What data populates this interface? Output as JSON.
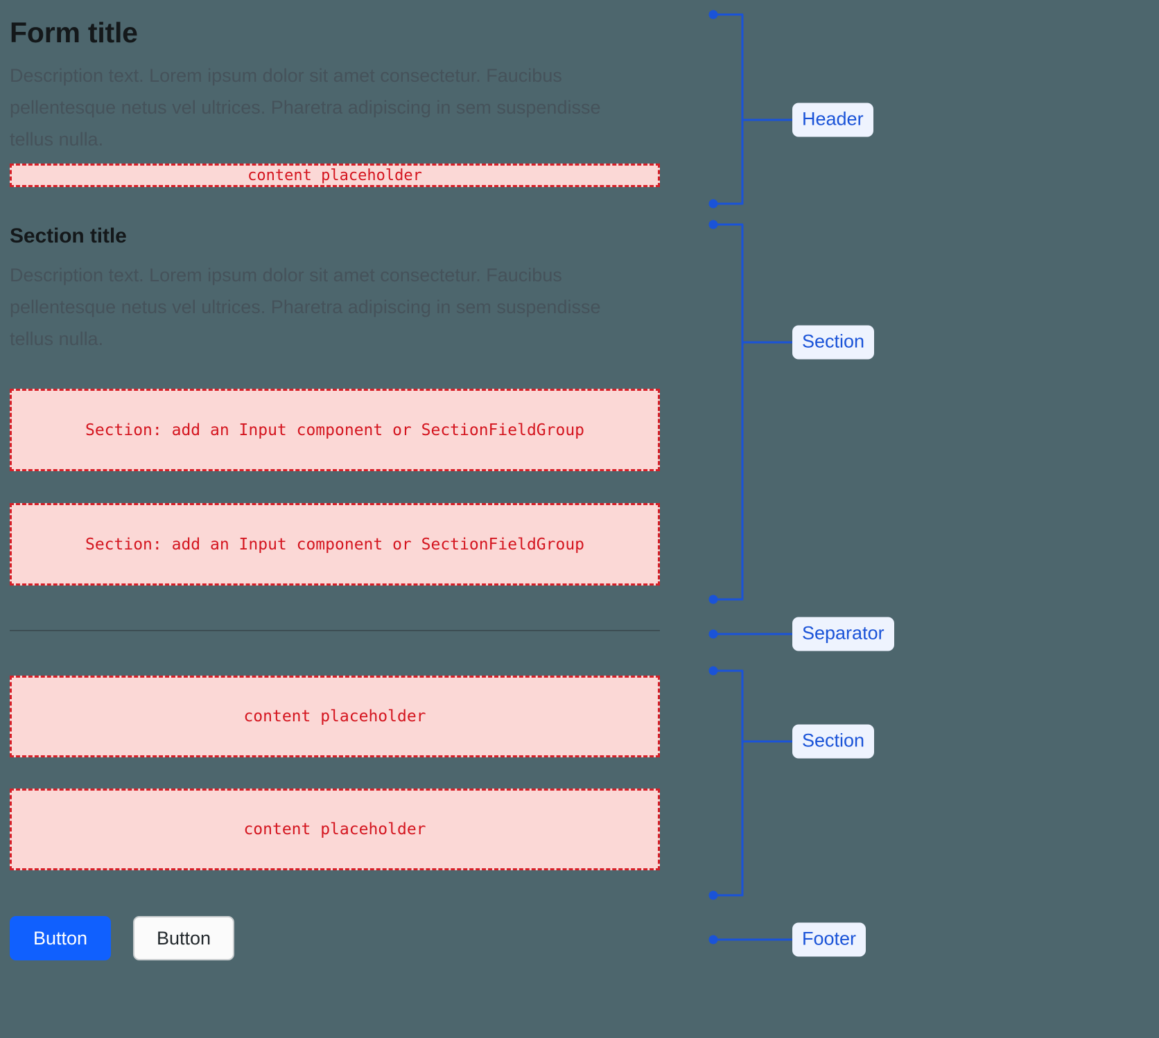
{
  "page": {
    "background_color": "#4d666d",
    "accent_blue": "#1a53d8",
    "primary_button_blue": "#1060fe",
    "placeholder_fill": "#fbd8d6",
    "placeholder_border": "#d61f28",
    "placeholder_text_color": "#d4151f"
  },
  "header": {
    "title": "Form title",
    "description": "Description text. Lorem ipsum dolor sit amet consectetur. Faucibus pellentesque netus vel ultrices. Pharetra adipiscing in sem suspendisse tellus nulla.",
    "placeholder": "content placeholder"
  },
  "section_one": {
    "title": "Section title",
    "description": "Description text. Lorem ipsum dolor sit amet consectetur. Faucibus pellentesque netus vel ultrices. Pharetra adipiscing in sem suspendisse tellus nulla.",
    "field_placeholder_1": "Section: add an Input component or SectionFieldGroup",
    "field_placeholder_2": "Section: add an Input component or SectionFieldGroup"
  },
  "section_two": {
    "placeholder_1": "content placeholder",
    "placeholder_2": "content placeholder"
  },
  "footer": {
    "primary_button": "Button",
    "secondary_button": "Button"
  },
  "annotations": {
    "header_label": "Header",
    "section_one_label": "Section",
    "separator_label": "Separator",
    "section_two_label": "Section",
    "footer_label": "Footer"
  }
}
